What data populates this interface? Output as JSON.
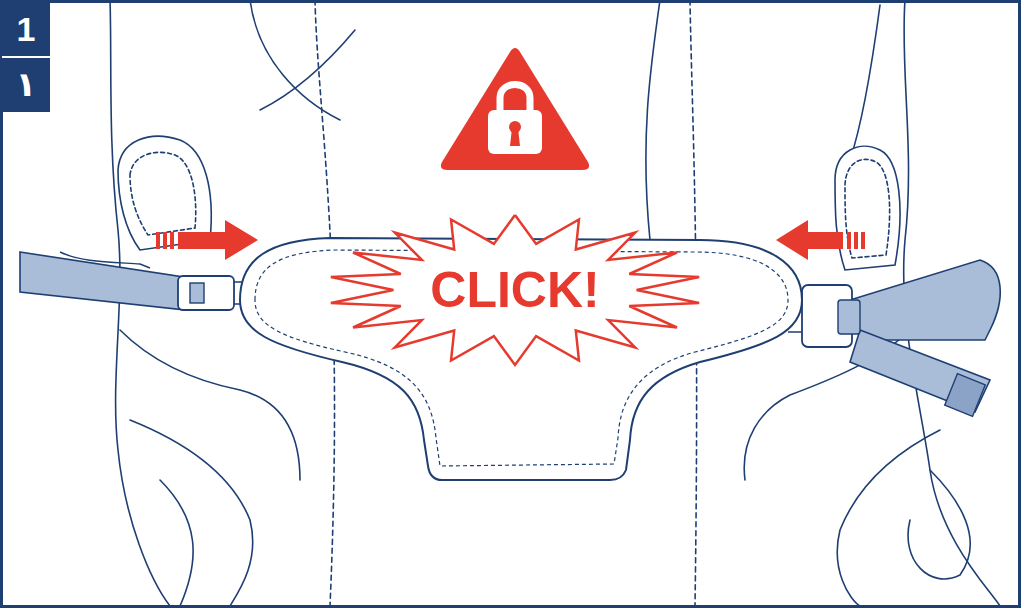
{
  "diagram": {
    "nodes": [
      {
        "text": [
          "1",
          "١"
        ]
      },
      {
        "text": [
          "CLICK!"
        ]
      }
    ]
  }
}
